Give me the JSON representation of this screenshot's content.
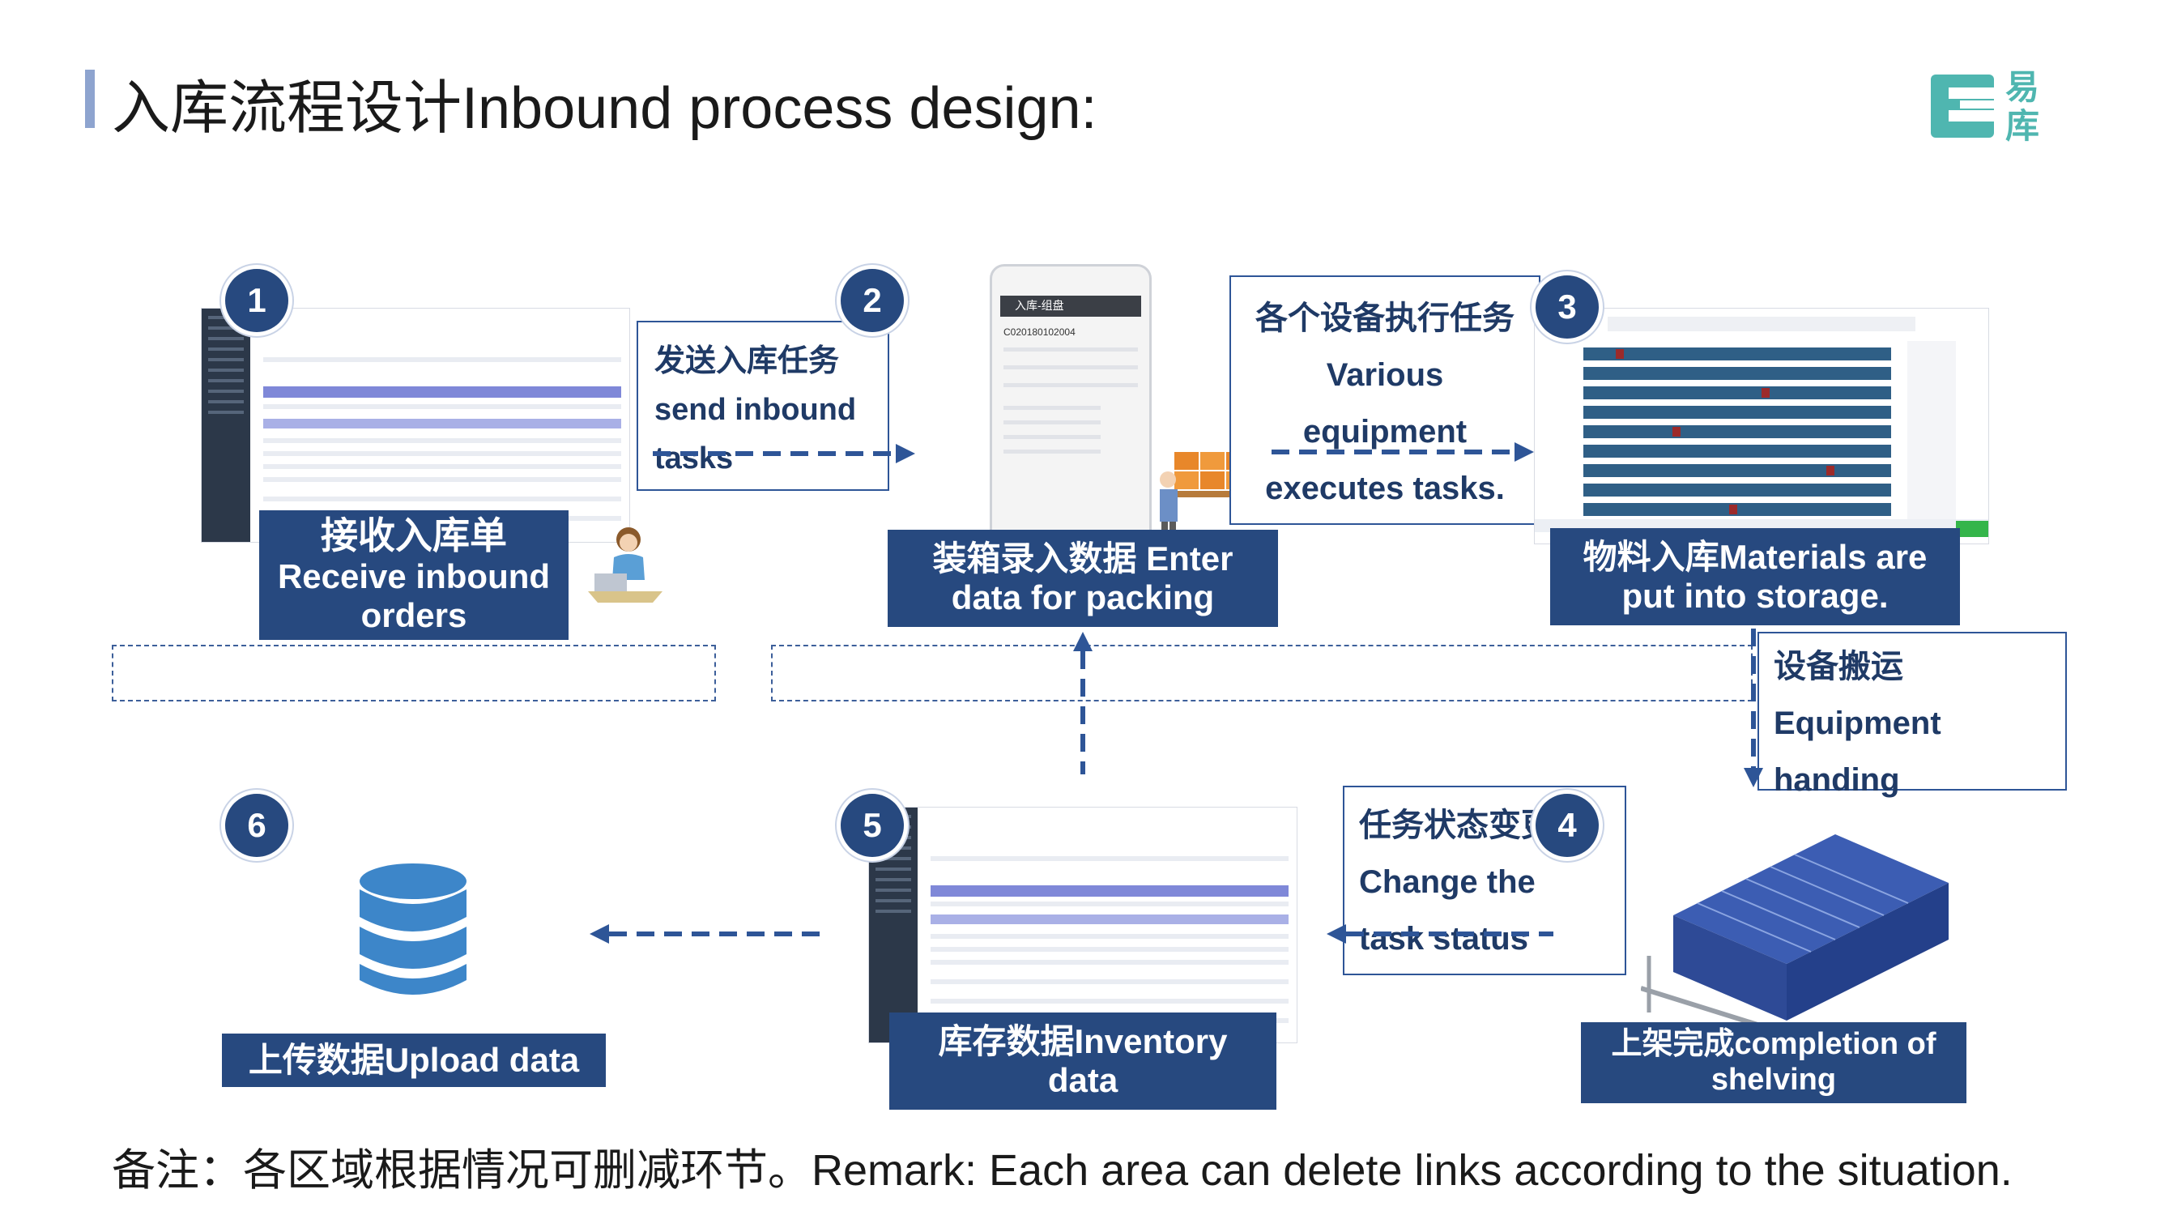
{
  "title": "入库流程设计Inbound process design:",
  "logo": {
    "text": "易库",
    "brand_color": "#4fb6b0"
  },
  "colors": {
    "primary": "#27497f",
    "dashed": "#2e5597",
    "accent_green": "#4fb6b0"
  },
  "steps": [
    {
      "number": "1",
      "label_cn": "接收入库单",
      "label_en_1": "Receive inbound",
      "label_en_2": "orders"
    },
    {
      "number": "2",
      "label_1": "装箱录入数据 Enter",
      "label_2": "data for packing",
      "callout": [
        "发送入库任务",
        "send inbound",
        "tasks"
      ]
    },
    {
      "number": "3",
      "label_1": "物料入库Materials are",
      "label_2": "put into storage.",
      "callout": [
        "各个设备执行任务",
        "Various",
        "equipment",
        "executes tasks."
      ]
    },
    {
      "number": "4",
      "label_1": "上架完成completion of",
      "label_2": "shelving",
      "callout": [
        "任务状态变更",
        "Change the",
        "task status"
      ]
    },
    {
      "number": "5",
      "label_1": "库存数据Inventory",
      "label_2": "data"
    },
    {
      "number": "6",
      "label_1": "上传数据Upload data"
    }
  ],
  "handling_callout": [
    "设备搬运",
    "Equipment",
    "handing"
  ],
  "phone": {
    "screen_title": "入库-组盘",
    "field_1": "C020180102004"
  },
  "note": "备注：各区域根据情况可删减环节。Remark: Each area can delete links according to the situation."
}
